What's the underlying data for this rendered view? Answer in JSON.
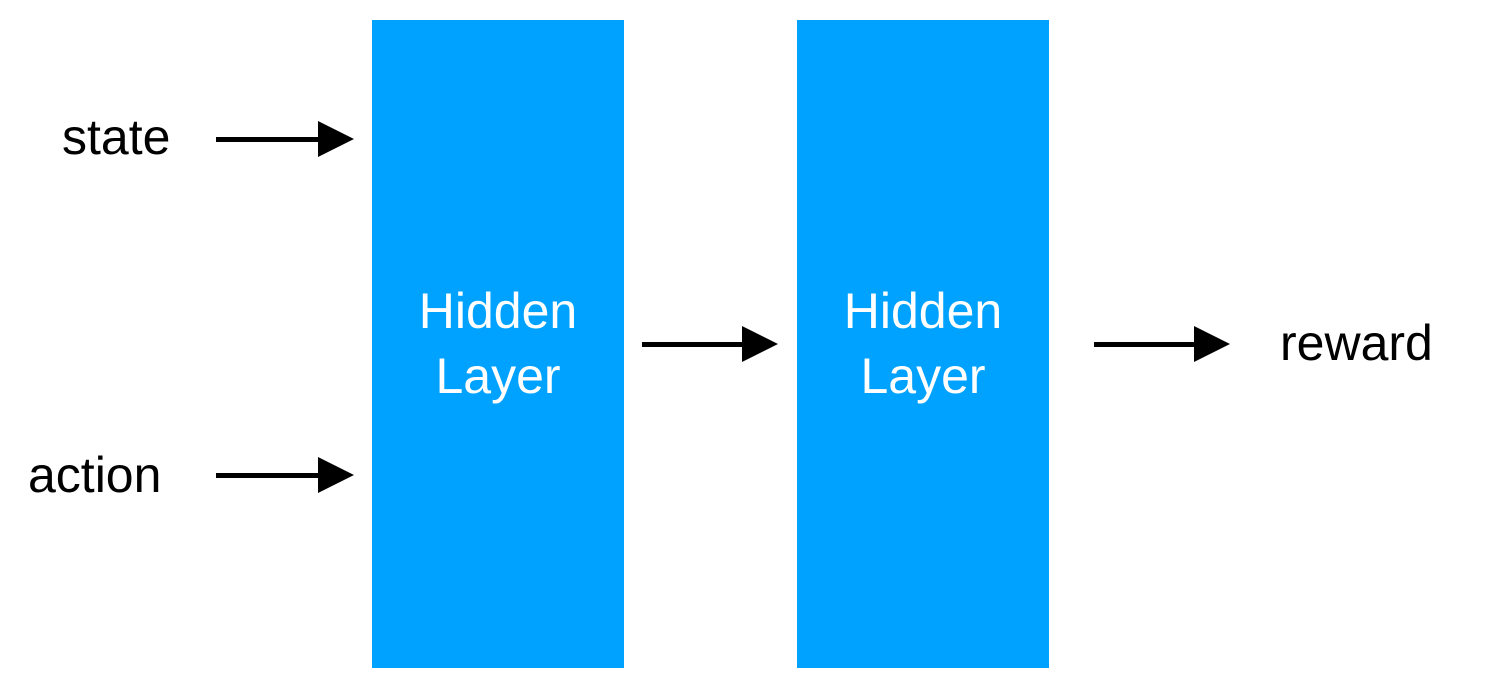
{
  "inputs": {
    "state_label": "state",
    "action_label": "action"
  },
  "layers": [
    {
      "line1": "Hidden",
      "line2": "Layer"
    },
    {
      "line1": "Hidden",
      "line2": "Layer"
    }
  ],
  "output": {
    "reward_label": "reward"
  },
  "colors": {
    "layer_fill": "#00a2ff",
    "layer_text": "#ffffff",
    "arrow": "#000000",
    "background": "#ffffff"
  }
}
